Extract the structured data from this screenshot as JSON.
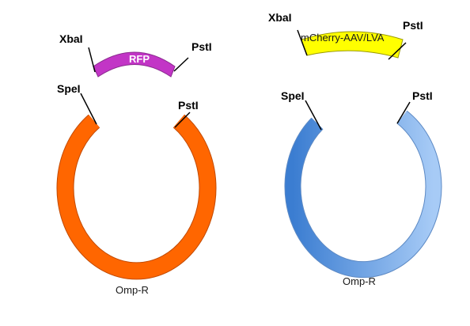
{
  "colors": {
    "left_backbone": "#ff6600",
    "left_insert": "#c235c6",
    "right_insert": "#ffff00",
    "right_backbone_dark": "#3b7dd1",
    "right_backbone_light": "#9fc3f3"
  },
  "left": {
    "insert": {
      "name": "RFP",
      "left_site": "XbaI",
      "right_site": "PstI"
    },
    "backbone": {
      "name": "Omp-R",
      "left_site": "SpeI",
      "right_site": "PstI"
    }
  },
  "right": {
    "insert": {
      "name": "mCherry-AAV/LVA",
      "left_site": "XbaI",
      "right_site": "PstI"
    },
    "backbone": {
      "name": "Omp-R",
      "left_site": "SpeI",
      "right_site": "PstI"
    }
  }
}
